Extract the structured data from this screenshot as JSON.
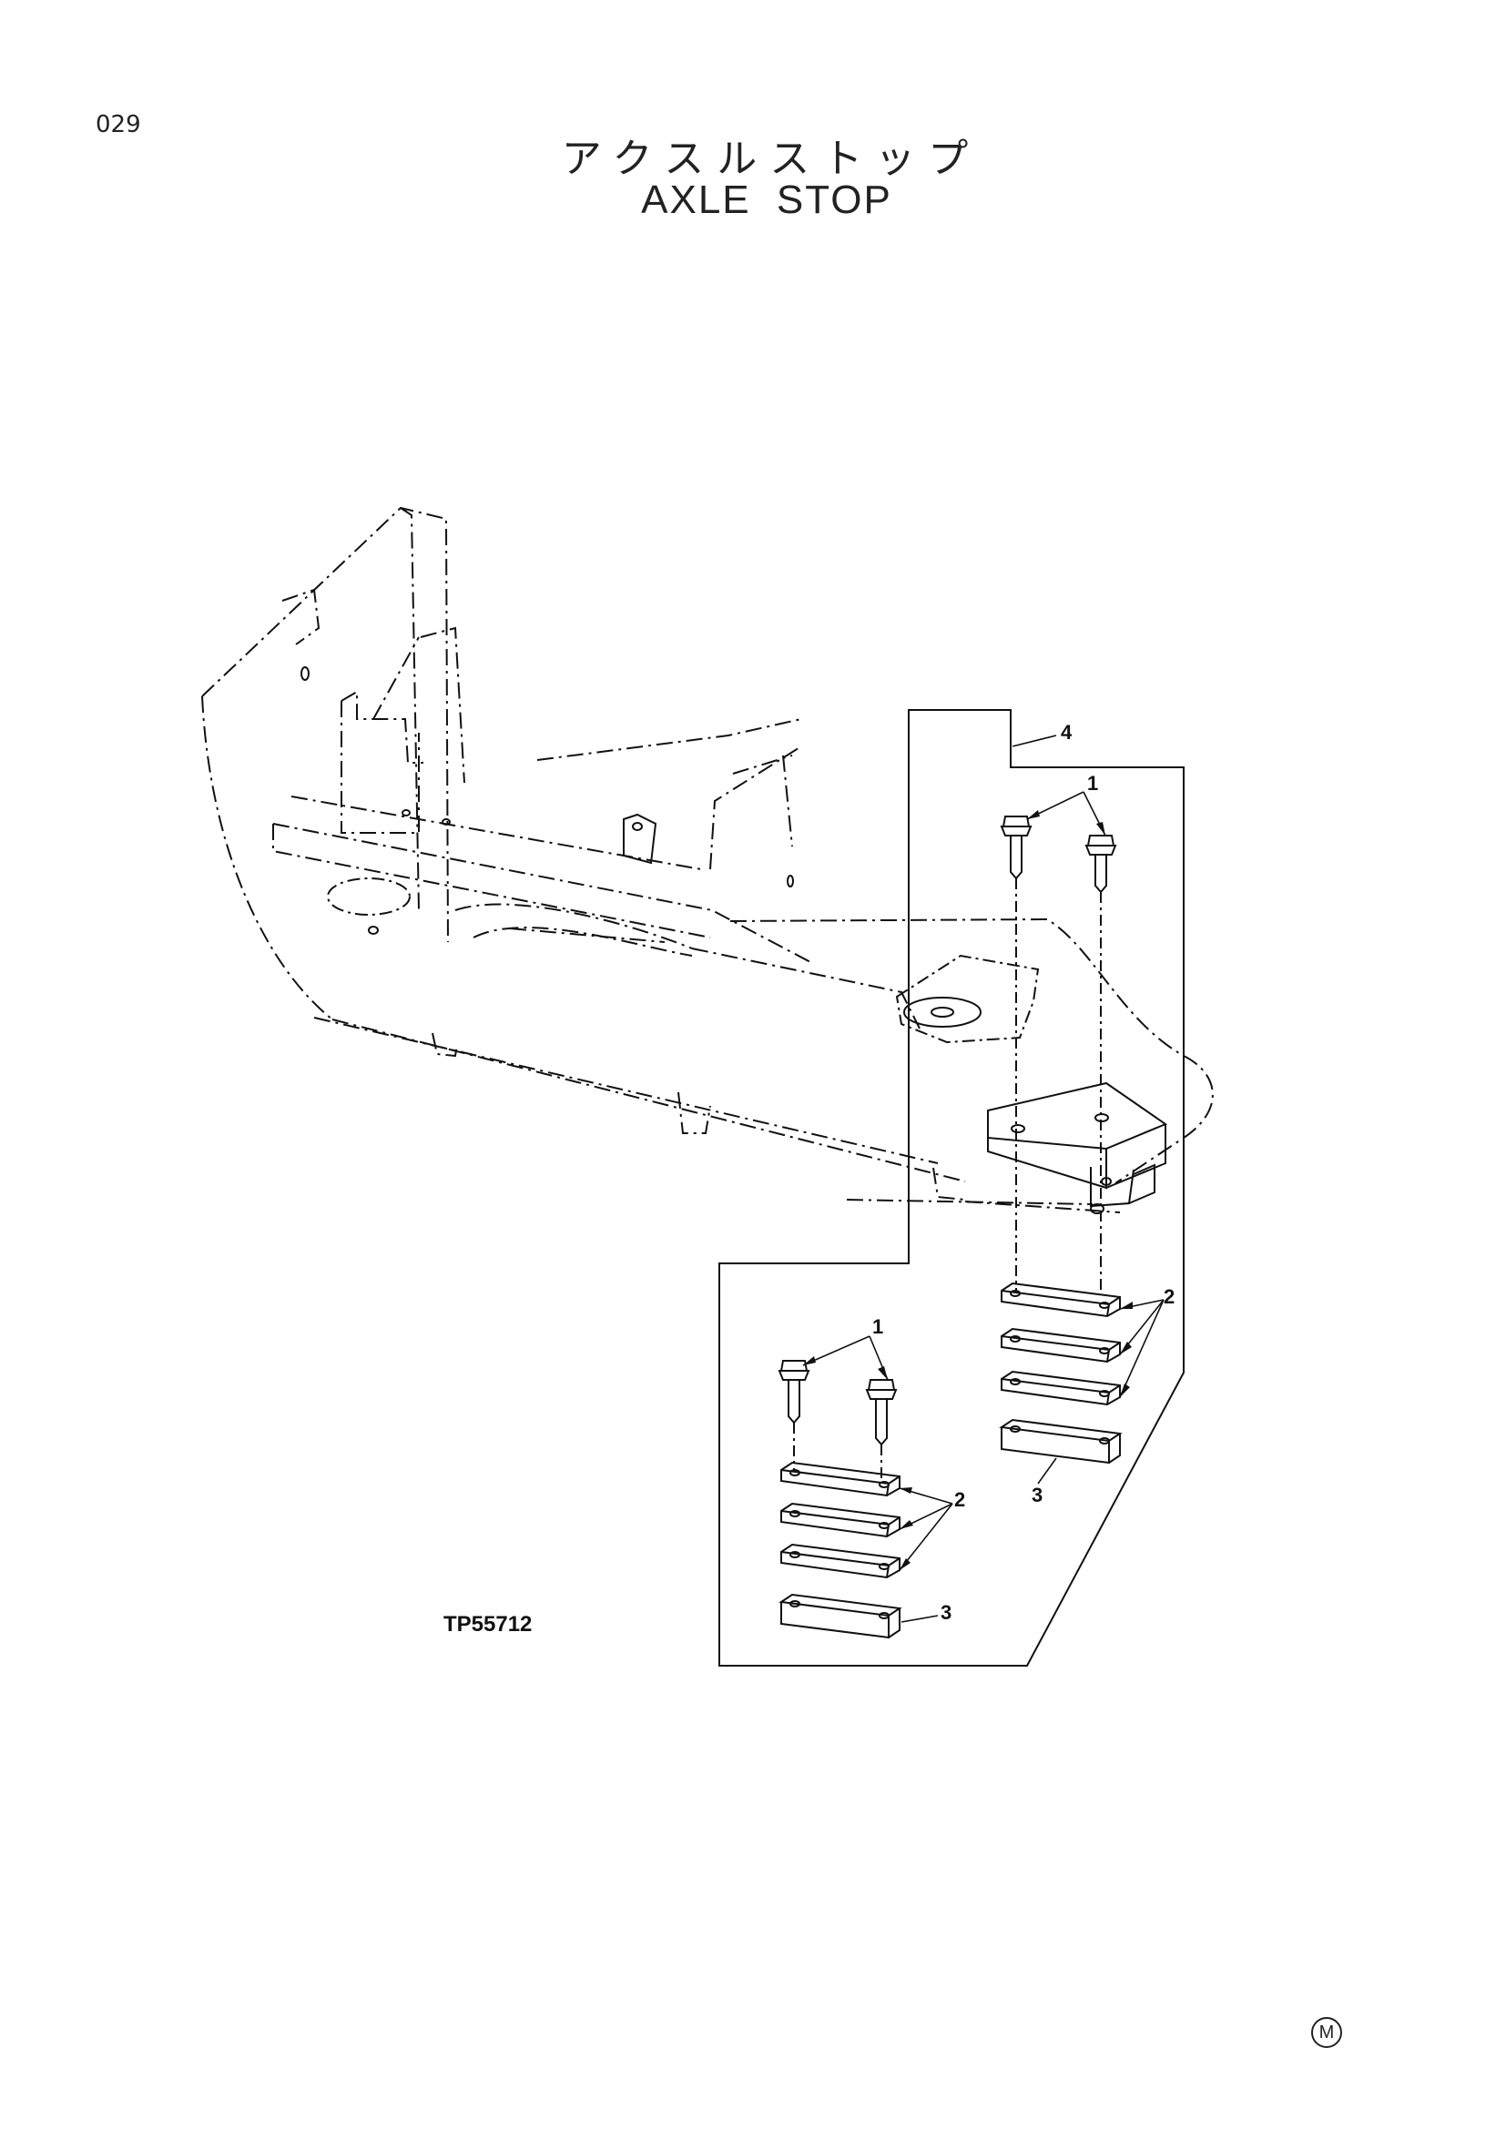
{
  "page": {
    "number": "029"
  },
  "title": {
    "japanese": "アクスルストップ",
    "english": "AXLE STOP"
  },
  "figure": {
    "code": "TP55712"
  },
  "callouts": {
    "bolt": "1",
    "shim": "2",
    "spacer": "3",
    "assembly": "4"
  },
  "footer": {
    "mark": "M"
  },
  "colors": {
    "line": "#111111",
    "background": "#ffffff"
  }
}
